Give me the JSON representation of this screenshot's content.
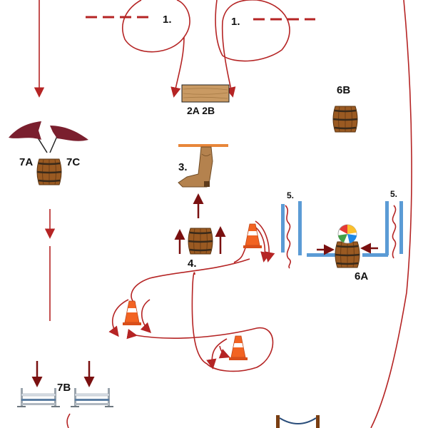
{
  "labels": {
    "station_1_left": "1.",
    "station_1_right": "1.",
    "station_2": "2A 2B",
    "station_3": "3.",
    "station_4": "4.",
    "station_5_left": "5.",
    "station_5_right": "5.",
    "station_6a": "6A",
    "station_6b": "6B",
    "station_7a": "7A",
    "station_7b": "7B",
    "station_7c": "7C"
  },
  "colors": {
    "path": "#b52424",
    "arrow": "#7a1010",
    "fence": "#5b9bd5",
    "plank": "#c99a63",
    "bar": "#e8863a",
    "barrel": "#9a5a22",
    "barrel_band": "#3a2a1a",
    "cone": "#f26322",
    "flag": "#7a1f2e",
    "boot": "#b4824e",
    "post": "#7a3e12"
  },
  "icons": [
    "pole-icon",
    "plank-icon",
    "boot-icon",
    "barrel-icon",
    "cone-icon",
    "flag-icon",
    "ball-icon",
    "jump-icon",
    "gate-icon"
  ]
}
